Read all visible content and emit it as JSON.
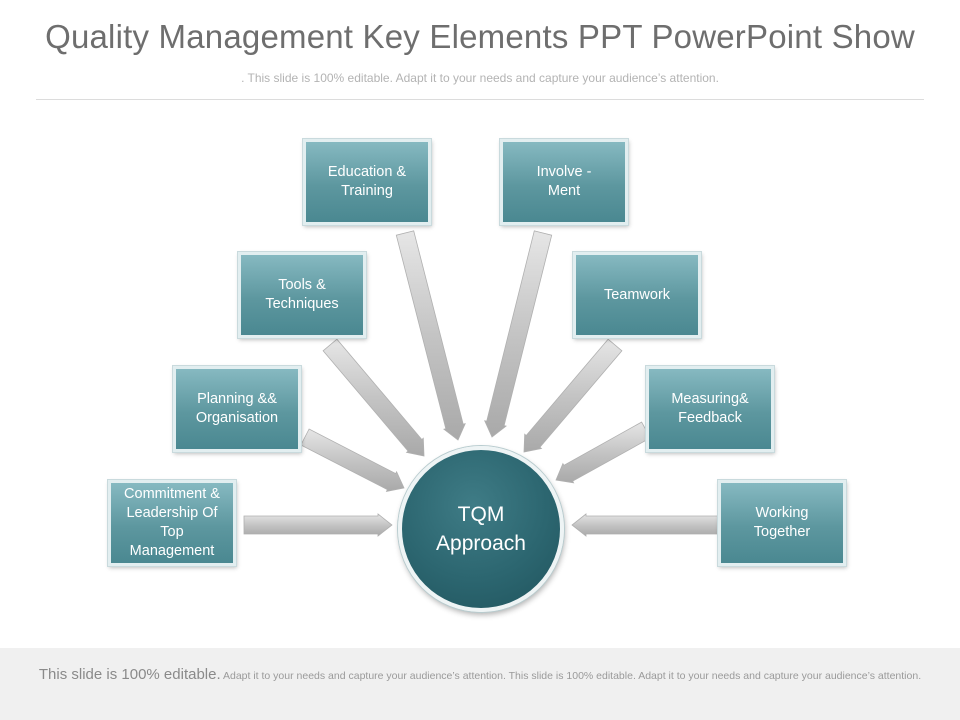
{
  "header": {
    "title": "Quality Management Key Elements PPT PowerPoint Show",
    "subtitle": ". This slide is 100% editable. Adapt it to your needs and capture your audience’s attention."
  },
  "diagram": {
    "hub_label": "TQM\nApproach",
    "elements": [
      {
        "id": "commitment",
        "label": "Commitment &\nLeadership Of\nTop\nManagement"
      },
      {
        "id": "planning",
        "label": "Planning &&\nOrganisation"
      },
      {
        "id": "tools",
        "label": "Tools &\nTechniques"
      },
      {
        "id": "education",
        "label": "Education &\nTraining"
      },
      {
        "id": "involvement",
        "label": "Involve  -\nMent"
      },
      {
        "id": "teamwork",
        "label": "Teamwork"
      },
      {
        "id": "measuring",
        "label": "Measuring&\nFeedback"
      },
      {
        "id": "working",
        "label": "Working\nTogether"
      }
    ]
  },
  "colors": {
    "box_fill": "#5d979f",
    "hub_fill": "#2c6670",
    "arrow_fill": "#c9c9c9"
  },
  "footer": {
    "lead": "This slide is 100% editable.",
    "text": " Adapt it to your needs and capture your audience’s attention. This slide is 100% editable. Adapt it to your needs and capture your audience’s attention."
  }
}
